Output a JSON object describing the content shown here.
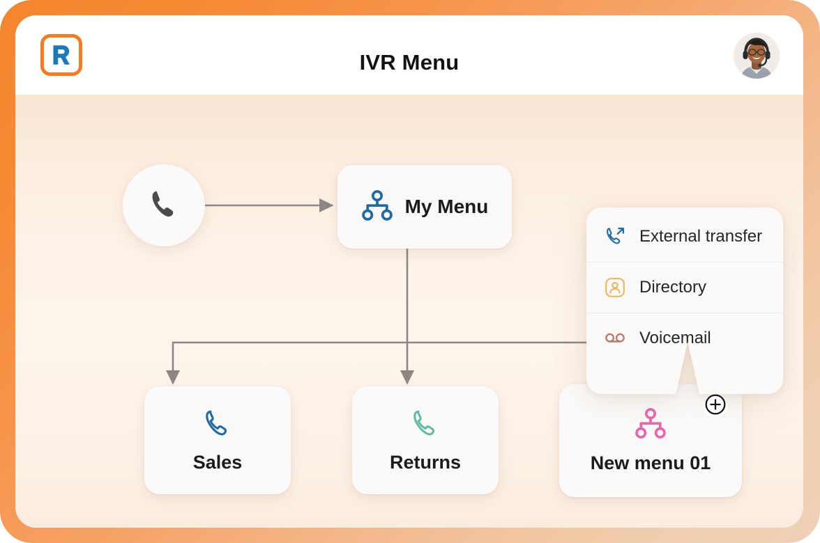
{
  "app": {
    "logo_icon": "ringcentral-logo-icon",
    "logo_border_color": "#f47b20",
    "logo_letter_color": "#1d7ab8",
    "frame_color_start": "#f4852f",
    "frame_color_end": "#eed2b6"
  },
  "header": {
    "title": "IVR Menu",
    "avatar_icon": "agent-headset-avatar"
  },
  "flow": {
    "start_node": {
      "icon": "phone-icon",
      "icon_color": "#4a4a4a"
    },
    "menu_node": {
      "label": "My Menu",
      "icon": "sitemap-icon",
      "icon_color": "#1f6aa5"
    },
    "leaf_nodes": [
      {
        "label": "Sales",
        "icon": "phone-icon",
        "icon_color": "#1f6aa5"
      },
      {
        "label": "Returns",
        "icon": "phone-icon",
        "icon_color": "#63bba4"
      },
      {
        "label": "New menu 01",
        "icon": "sitemap-icon",
        "icon_color": "#e668ab",
        "add_button_icon": "plus-circle-icon"
      }
    ],
    "connector_color": "#8c8783"
  },
  "dropdown": {
    "items": [
      {
        "label": "External transfer",
        "icon": "phone-external-transfer-icon",
        "icon_color": "#1f6aa5"
      },
      {
        "label": "Directory",
        "icon": "directory-person-icon",
        "icon_color": "#e8b964"
      },
      {
        "label": "Voicemail",
        "icon": "voicemail-icon",
        "icon_color": "#b97a6b"
      }
    ]
  }
}
